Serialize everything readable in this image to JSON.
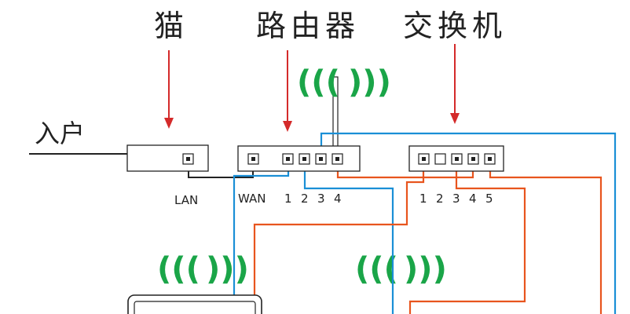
{
  "titles": {
    "modem": "猫",
    "router": "路由器",
    "switch": "交换机",
    "incoming": "入户"
  },
  "modem": {
    "port_label": "LAN"
  },
  "router": {
    "port_labels": [
      "WAN",
      "1",
      "2",
      "3",
      "4"
    ]
  },
  "switch": {
    "port_labels": [
      "1",
      "2",
      "3",
      "4",
      "5"
    ]
  },
  "wifi_symbol": {
    "left": "(((",
    "right": ")))"
  },
  "colors": {
    "arrow": "#d42a2a",
    "cable_blue": "#1a8fd6",
    "cable_orange": "#e8551e",
    "cable_black": "#222222",
    "wifi": "#1aa548"
  }
}
